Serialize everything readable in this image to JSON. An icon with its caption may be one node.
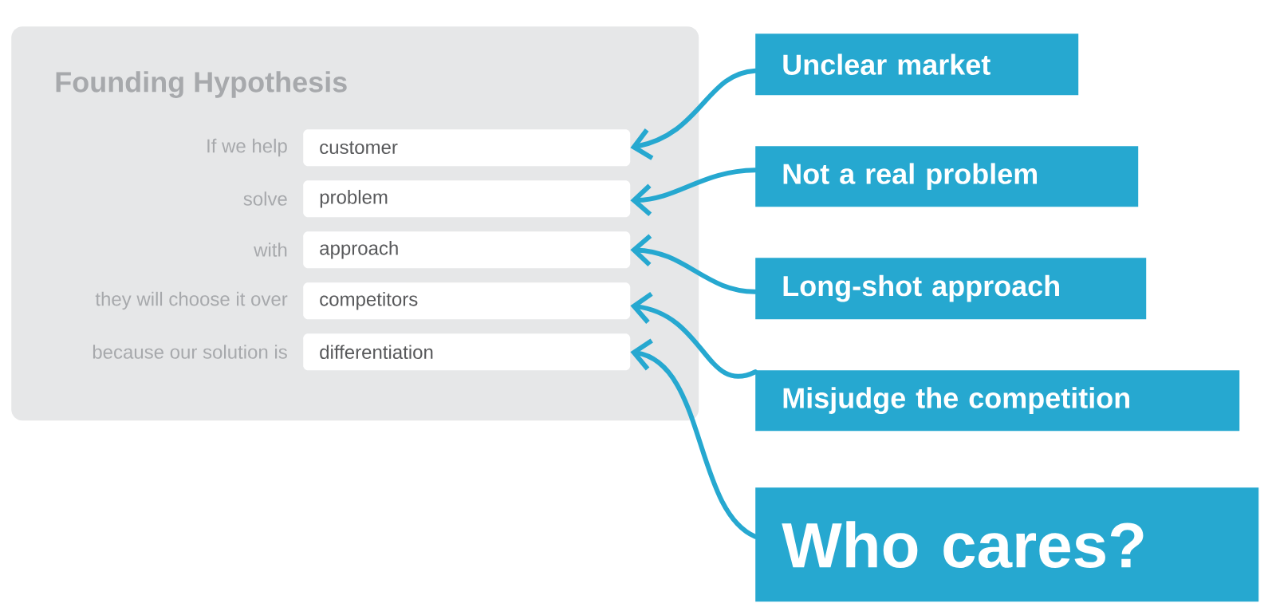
{
  "diagram": {
    "nodes": [
      {
        "text": [
          "Founding Hypothesis"
        ]
      },
      {
        "text": [
          "customer"
        ],
        "beside": [
          "If we help"
        ],
        "in": 0
      },
      {
        "text": [
          "problem"
        ],
        "beside": [
          "solve"
        ],
        "in": 0
      },
      {
        "text": [
          "approach"
        ],
        "beside": [
          "with"
        ],
        "in": 0
      },
      {
        "text": [
          "competitors"
        ],
        "beside": [
          "they will choose it over"
        ],
        "in": 0
      },
      {
        "text": [
          "differentiation"
        ],
        "beside": [
          "because our solution is"
        ],
        "in": 0
      },
      {
        "text": [
          "Unclear market"
        ]
      },
      {
        "text": [
          "Not a real problem"
        ]
      },
      {
        "text": [
          "Long-shot approach"
        ]
      },
      {
        "text": [
          "Misjudge the competition"
        ]
      },
      {
        "text": [
          "Who cares?"
        ]
      }
    ],
    "edges": [
      {
        "from": 6,
        "to": 1,
        "arrow": "to"
      },
      {
        "from": 7,
        "to": 2,
        "arrow": "to"
      },
      {
        "from": 8,
        "to": 3,
        "arrow": "to"
      },
      {
        "from": 9,
        "to": 4,
        "arrow": "to"
      },
      {
        "from": 10,
        "to": 5,
        "arrow": "to"
      }
    ]
  }
}
